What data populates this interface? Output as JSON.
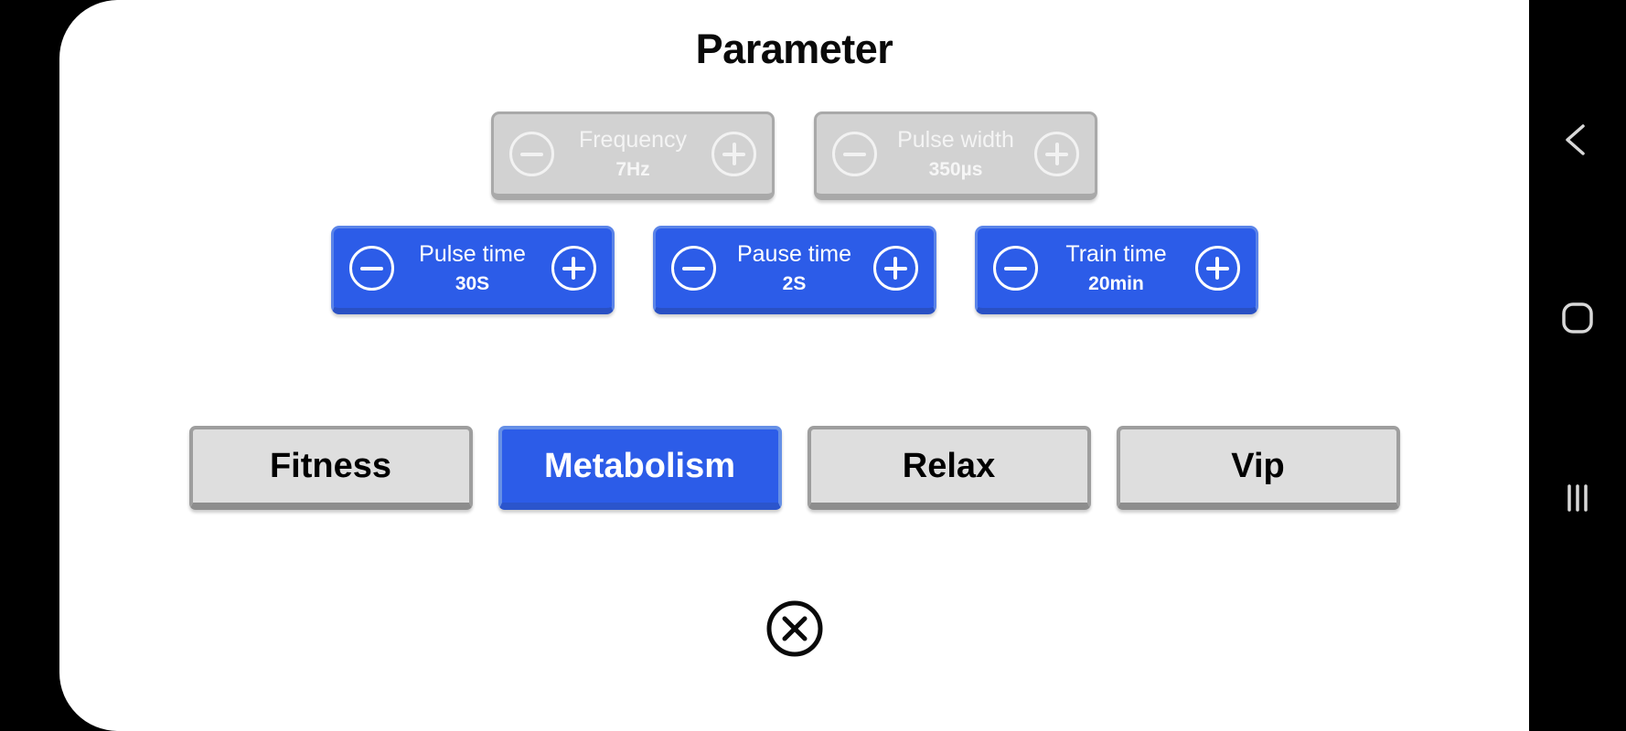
{
  "app": {
    "title": "Parameter",
    "accent_blue": "#2c5ce8",
    "disabled_grey": "#d2d2d2",
    "button_grey": "#dedede",
    "card_background": "#ffffff",
    "page_background": "#000000"
  },
  "steppers": {
    "decrement_icon": "minus-circle-icon",
    "increment_icon": "plus-circle-icon",
    "top_row": [
      {
        "name": "frequency",
        "label": "Frequency",
        "value": "7Hz",
        "state": "disabled"
      },
      {
        "name": "pulse-width",
        "label": "Pulse width",
        "value": "350µs",
        "state": "disabled"
      }
    ],
    "bottom_row": [
      {
        "name": "pulse-time",
        "label": "Pulse time",
        "value": "30S",
        "state": "enabled"
      },
      {
        "name": "pause-time",
        "label": "Pause time",
        "value": "2S",
        "state": "enabled"
      },
      {
        "name": "train-time",
        "label": "Train time",
        "value": "20min",
        "state": "enabled"
      }
    ]
  },
  "modes": [
    {
      "name": "fitness",
      "label": "Fitness",
      "selected": false
    },
    {
      "name": "metabolism",
      "label": "Metabolism",
      "selected": true
    },
    {
      "name": "relax",
      "label": "Relax",
      "selected": false
    },
    {
      "name": "vip",
      "label": "Vip",
      "selected": false
    }
  ],
  "close": {
    "icon": "close-circle-icon",
    "label": "Close"
  },
  "navbar": {
    "back": {
      "icon": "chevron-left-icon",
      "label": "Back"
    },
    "home": {
      "icon": "rounded-square-icon",
      "label": "Home"
    },
    "recents": {
      "icon": "three-bars-icon",
      "label": "Recents"
    }
  }
}
